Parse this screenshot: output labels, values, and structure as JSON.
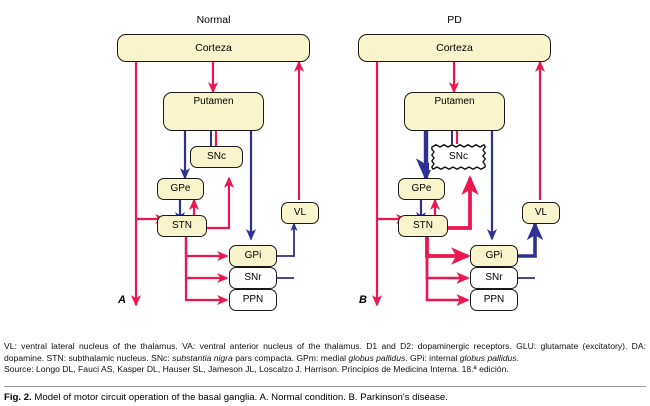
{
  "figure": {
    "panels": [
      {
        "id": "normal",
        "title": "Normal",
        "letter": "A",
        "snc_state": "intact"
      },
      {
        "id": "pd",
        "title": "PD",
        "letter": "B",
        "snc_state": "degenerated"
      }
    ],
    "nodes": {
      "cortex": "Corteza",
      "putamen": "Putamen",
      "snc": "SNc",
      "gpe": "GPe",
      "stn": "STN",
      "vl": "VL",
      "gpi": "GPi",
      "snr": "SNr",
      "ppn": "PPN"
    },
    "colors": {
      "excitatory": "#ED174F",
      "inhibitory": "#2E3192",
      "node_fill": "#FAF4CD",
      "node_fill_white": "#FFFFFF",
      "node_border": "#1A1A1A"
    },
    "legend_lines": [
      "VL: ventral lateral nucleus of the thalamus. VA: ventral anterior nucleus of the thalamus. D1 and D2: dopaminergic receptors. GLU: glutamate (excitatory). DA: dopamine. STN: subthalamic nucleus. SNc: substantia nigra pars compacta. GPm: medial globus pallidus. GPi: internal globus pallidus.",
      "Source: Longo DL, Fauci AS, Kasper DL, Hauser SL, Jameson JL, Loscalzo J. Harrison. Principios de Medicina Interna. 18.ª edición."
    ],
    "caption_label": "Fig. 2.",
    "caption_text": "Model of motor circuit operation of the basal ganglia. A. Normal condition. B. Parkinson's disease."
  }
}
